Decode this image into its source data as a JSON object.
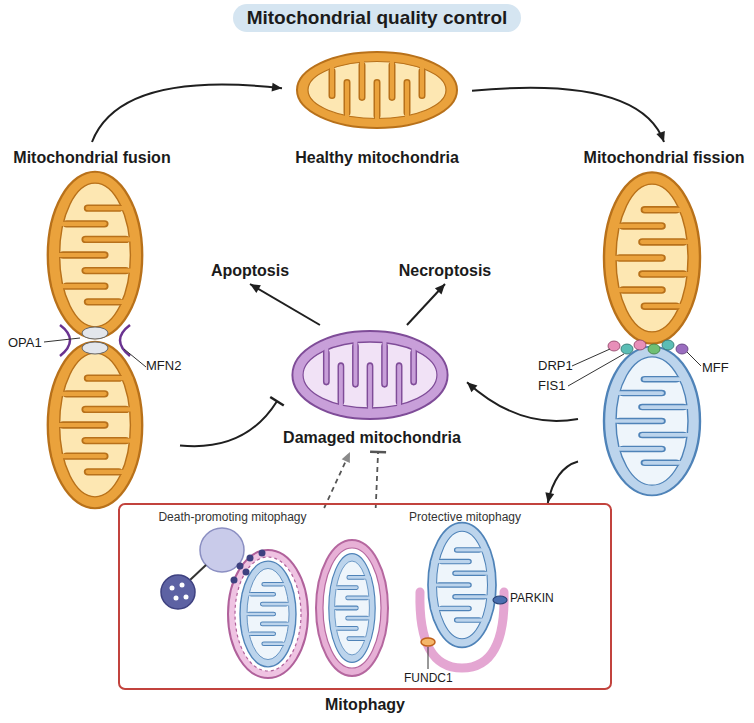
{
  "diagram": {
    "title": "Mitochondrial quality control",
    "nodes": [
      {
        "text": [
          "Mitochondrial fusion"
        ]
      },
      {
        "text": [
          "Healthy mitochondria"
        ]
      },
      {
        "text": [
          "Mitochondrial fission"
        ]
      },
      {
        "text": [
          "Apoptosis"
        ]
      },
      {
        "text": [
          "Necroptosis"
        ]
      },
      {
        "text": [
          "Damaged mitochondria"
        ]
      },
      {
        "text": [
          "Mitophagy"
        ]
      },
      {
        "text": [
          "Death-promoting mitophagy"
        ],
        "in": 6
      },
      {
        "text": [
          "Protective mitophagy"
        ],
        "in": 6
      }
    ],
    "edges": [
      {
        "from": 0,
        "to": 1,
        "arrow": "to"
      },
      {
        "from": 1,
        "to": 2,
        "arrow": "to"
      },
      {
        "from": 0,
        "to": 5,
        "arrow": "to"
      },
      {
        "from": 2,
        "to": 5,
        "arrow": "to"
      },
      {
        "from": 2,
        "to": 6,
        "arrow": "to"
      },
      {
        "from": 5,
        "to": 3,
        "arrow": "to"
      },
      {
        "from": 5,
        "to": 4,
        "arrow": "to"
      },
      {
        "from": 7,
        "to": 5,
        "arrow": "to"
      },
      {
        "from": 8,
        "to": 5,
        "arrow": "to"
      }
    ],
    "labels": [
      "OPA1",
      "MFN2",
      "DRP1",
      "FIS1",
      "MFF",
      "FUNDC1",
      "PARKIN"
    ]
  }
}
